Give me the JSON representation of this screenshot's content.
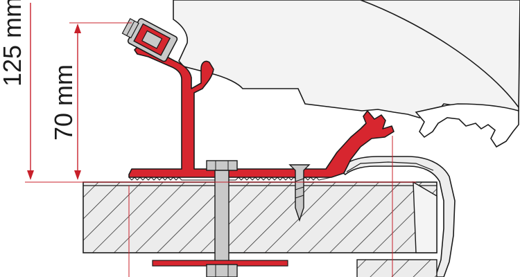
{
  "dimensions": [
    {
      "id": "total",
      "label": "125 mm"
    },
    {
      "id": "bracket",
      "label": "70 mm"
    }
  ],
  "colors": {
    "bracket_red": "#d7262f",
    "bracket_red_dark": "#8e1118",
    "dim_red": "#c8202a",
    "steel": "#c9c9c9",
    "outline": "#1a1a1a",
    "wood": "#ececec",
    "awning": "#f3f3f3"
  }
}
